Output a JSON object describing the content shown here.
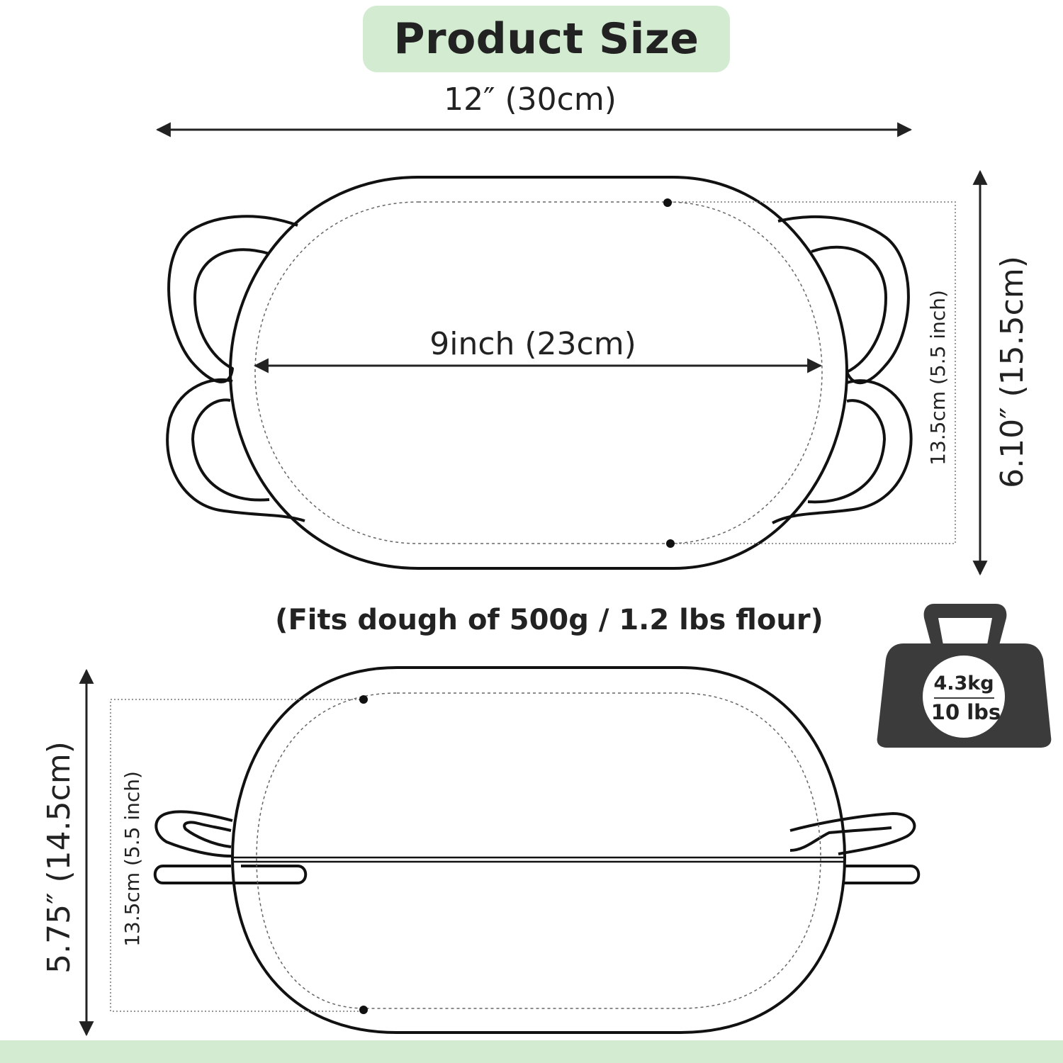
{
  "title": "Product Size",
  "dimensions": {
    "total_length": "12″ (30cm)",
    "inner_length": "9inch (23cm)",
    "inner_width": "13.5cm (5.5 inch)",
    "total_width": "6.10″ (15.5cm)",
    "height": "5.75″ (14.5cm)",
    "inner_height": "13.5cm (5.5 inch)"
  },
  "capacity_note": "(Fits dough of 500g / 1.2 lbs flour)",
  "weight": {
    "metric": "4.3kg",
    "imperial": "10 lbs"
  },
  "colors": {
    "accent": "#d3ecd1",
    "ink": "#222222",
    "weight_fill": "#3b3b3b"
  }
}
